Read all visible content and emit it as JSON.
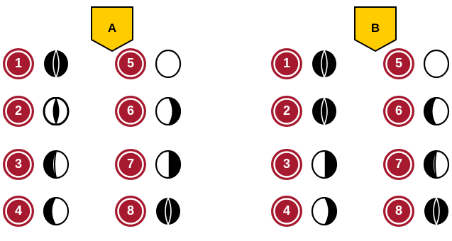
{
  "panels": [
    {
      "label": "A",
      "items": [
        {
          "number": "1",
          "phase": "full-icon"
        },
        {
          "number": "2",
          "phase": "half-dark-icon"
        },
        {
          "number": "3",
          "phase": "crescent-light-icon"
        },
        {
          "number": "4",
          "phase": "crescent-left-icon"
        },
        {
          "number": "5",
          "phase": "empty-circle-icon"
        },
        {
          "number": "6",
          "phase": "crescent-right-icon"
        },
        {
          "number": "7",
          "phase": "half-right-icon"
        },
        {
          "number": "8",
          "phase": "full-icon"
        }
      ]
    },
    {
      "label": "B",
      "items": [
        {
          "number": "1",
          "phase": "full-icon"
        },
        {
          "number": "2",
          "phase": "full-icon"
        },
        {
          "number": "3",
          "phase": "half-right-icon"
        },
        {
          "number": "4",
          "phase": "crescent-right-icon"
        },
        {
          "number": "5",
          "phase": "empty-circle-icon"
        },
        {
          "number": "6",
          "phase": "crescent-left-icon"
        },
        {
          "number": "7",
          "phase": "crescent-light-icon"
        },
        {
          "number": "8",
          "phase": "full-icon"
        }
      ]
    }
  ],
  "colors": {
    "badge_fill": "#a6192e",
    "badge_ring": "#ffffff",
    "tag_fill": "#ffcc00",
    "outline": "#000000"
  }
}
